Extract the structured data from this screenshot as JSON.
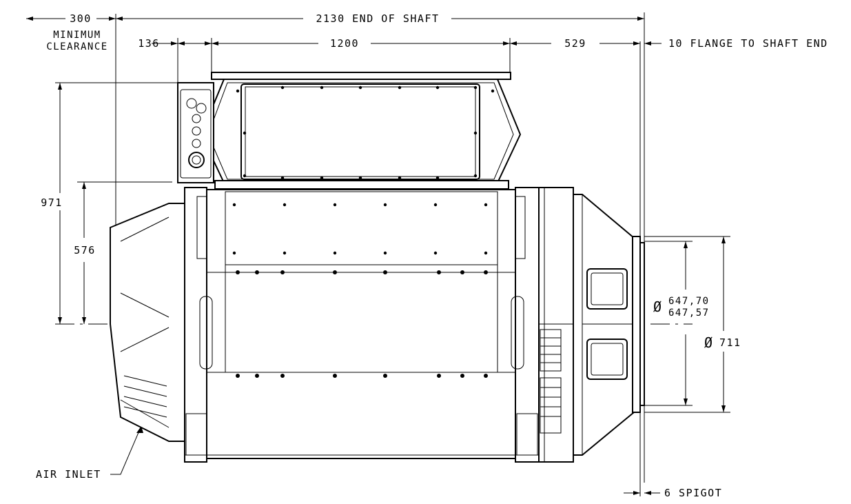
{
  "dimensions": {
    "overall_length": "2130 END OF SHAFT",
    "clearance_value": "300",
    "clearance_label_line1": "MINIMUM",
    "clearance_label_line2": "CLEARANCE",
    "terminal_box_offset": "136",
    "terminal_box_length": "1200",
    "flange_offset": "529",
    "flange_to_shaft": "10 FLANGE TO SHAFT END",
    "height_top": "971",
    "height_centre": "576",
    "spigot_diameter_max": "647,70",
    "spigot_diameter_min": "647,57",
    "diameter_symbol": "Ø",
    "flange_diameter": "711",
    "spigot_length": "6 SPIGOT"
  },
  "callouts": {
    "air_inlet": "AIR INLET"
  }
}
